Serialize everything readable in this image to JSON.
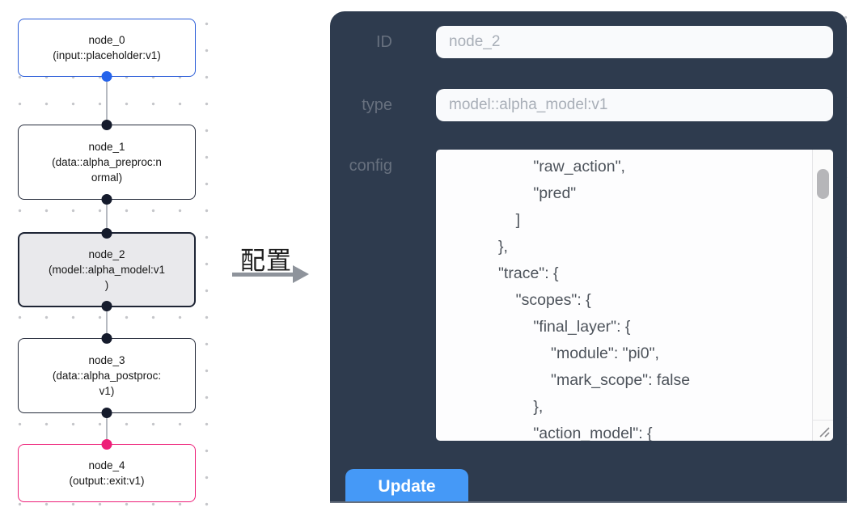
{
  "flow": {
    "nodes": [
      {
        "title": "node_0",
        "subtitle": "(input::placeholder:v1)"
      },
      {
        "title": "node_1",
        "subtitle": "(data::alpha_preproc:n\normal)"
      },
      {
        "title": "node_2",
        "subtitle": "(model::alpha_model:v1\n)"
      },
      {
        "title": "node_3",
        "subtitle": "(data::alpha_postproc:\nv1)"
      },
      {
        "title": "node_4",
        "subtitle": "(output::exit:v1)"
      }
    ],
    "selected_node": "node_2",
    "transfer_label": "配置"
  },
  "panel": {
    "id_label": "ID",
    "id_value": "node_2",
    "type_label": "type",
    "type_value": "model::alpha_model:v1",
    "config_label": "config",
    "config_text": "                    \"raw_action\",\n                    \"pred\"\n                ]\n            },\n            \"trace\": {\n                \"scopes\": {\n                    \"final_layer\": {\n                        \"module\": \"pi0\",\n                        \"mark_scope\": false\n                    },\n                    \"action_model\": {",
    "update_label": "Update"
  },
  "colors": {
    "panel_bg": "#2e3b4e",
    "update_button": "#4599f7",
    "node_input_border": "#2b5dd8",
    "node_default_border": "#252b3b",
    "node_output_border": "#ed1f78",
    "handle_blue": "#2563eb",
    "handle_dark": "#151b2c",
    "handle_pink": "#ed1f78",
    "selected_node_bg": "#e9e9ec",
    "edge": "#b6bac1",
    "grid_dot": "#c5c6ca"
  }
}
